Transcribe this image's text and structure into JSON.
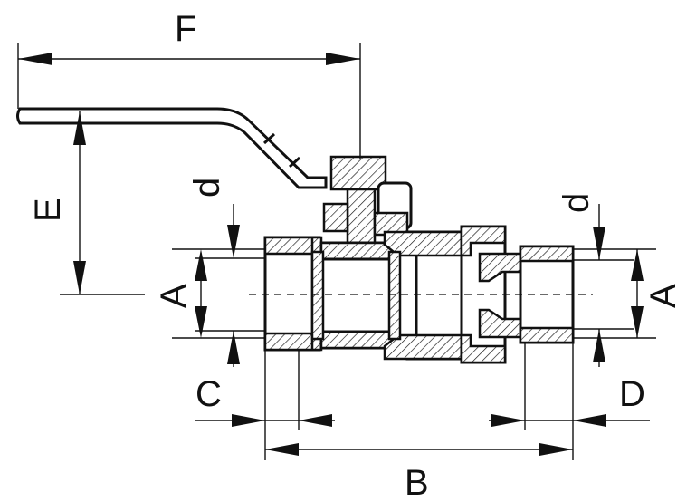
{
  "labels": {
    "F": "F",
    "E": "E",
    "d_left": "d",
    "d_right": "d",
    "A_left": "A",
    "A_right": "A",
    "C": "C",
    "D": "D",
    "B": "B"
  }
}
